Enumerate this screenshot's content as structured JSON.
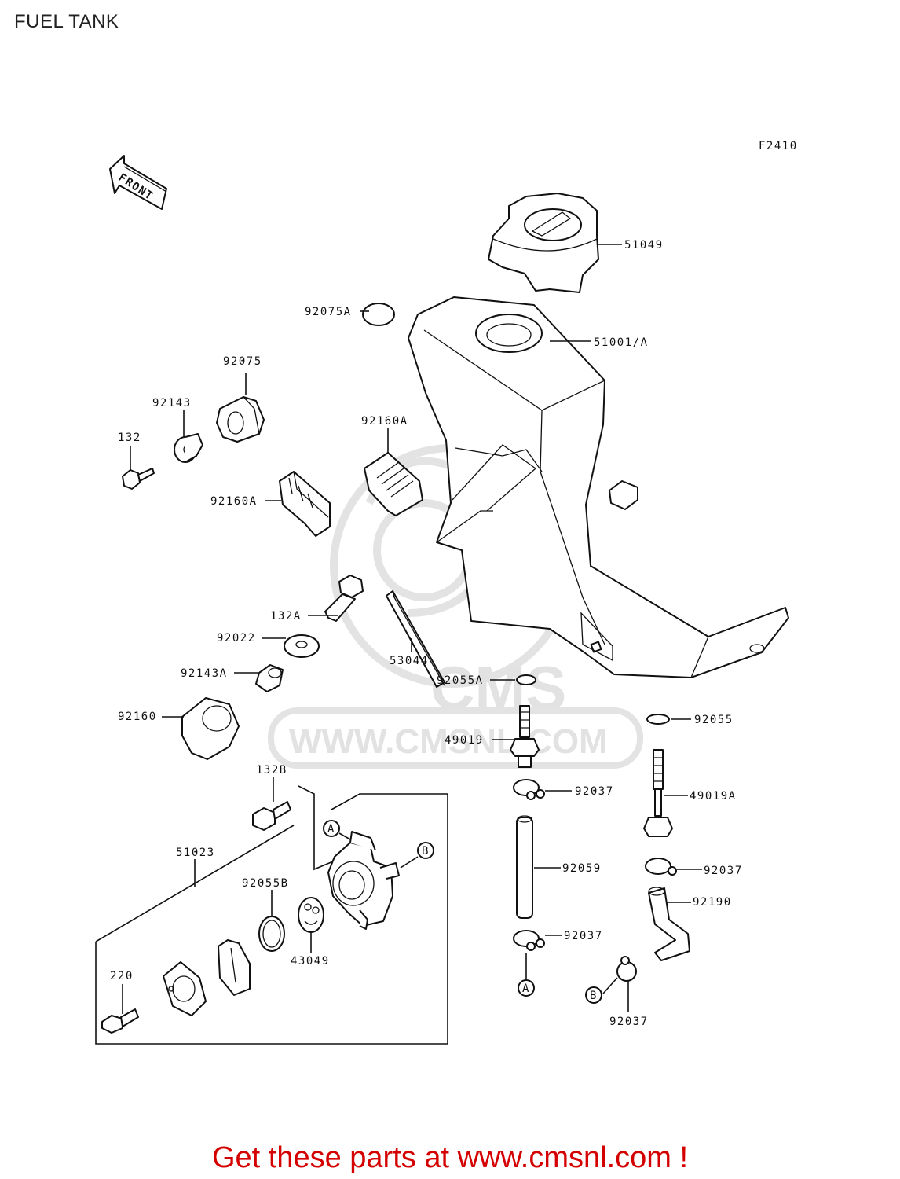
{
  "title": "FUEL TANK",
  "figure_code": "F2410",
  "front_arrow": "FRONT",
  "watermark": {
    "logo": "CMS",
    "url": "WWW.CMSNL.COM"
  },
  "parts": {
    "p51049": "51049",
    "p92075A": "92075A",
    "p51001A": "51001/A",
    "p92075": "92075",
    "p92143": "92143",
    "p132": "132",
    "p92160A_right": "92160A",
    "p92160A_left": "92160A",
    "p132A": "132A",
    "p92022": "92022",
    "p53044": "53044",
    "p92143A": "92143A",
    "p92055A": "92055A",
    "p92160": "92160",
    "p92055": "92055",
    "p49019": "49019",
    "p132B": "132B",
    "p92037_a": "92037",
    "p49019A": "49019A",
    "p51023": "51023",
    "p92059": "92059",
    "p92037_b": "92037",
    "p92055B": "92055B",
    "p92190": "92190",
    "p43049": "43049",
    "p92037_c": "92037",
    "p220": "220",
    "p92037_d": "92037"
  },
  "callouts": {
    "a1": "A",
    "b1": "B",
    "a2": "A",
    "b2": "B"
  },
  "footer": "Get these parts at www.cmsnl.com !"
}
